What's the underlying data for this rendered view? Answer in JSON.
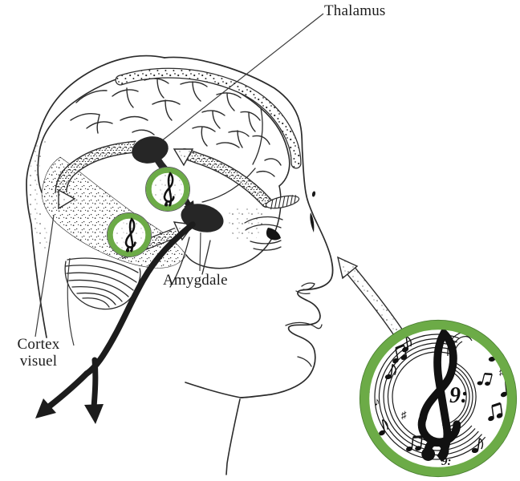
{
  "diagram": {
    "labels": {
      "thalamus": "Thalamus",
      "amygdala": "Amygdale",
      "visual_cortex_line1": "Cortex",
      "visual_cortex_line2": "visuel"
    },
    "colors": {
      "ink": "#2b2b2b",
      "badge_green": "#6cab47",
      "badge_green_edge": "#4a7f31",
      "paper": "#ffffff"
    },
    "icons": {
      "treble_clef": "treble-clef-icon",
      "bass_clef_glyph": "9:",
      "note_glyphs": [
        "♪",
        "♫",
        "♯",
        "♭"
      ]
    }
  }
}
